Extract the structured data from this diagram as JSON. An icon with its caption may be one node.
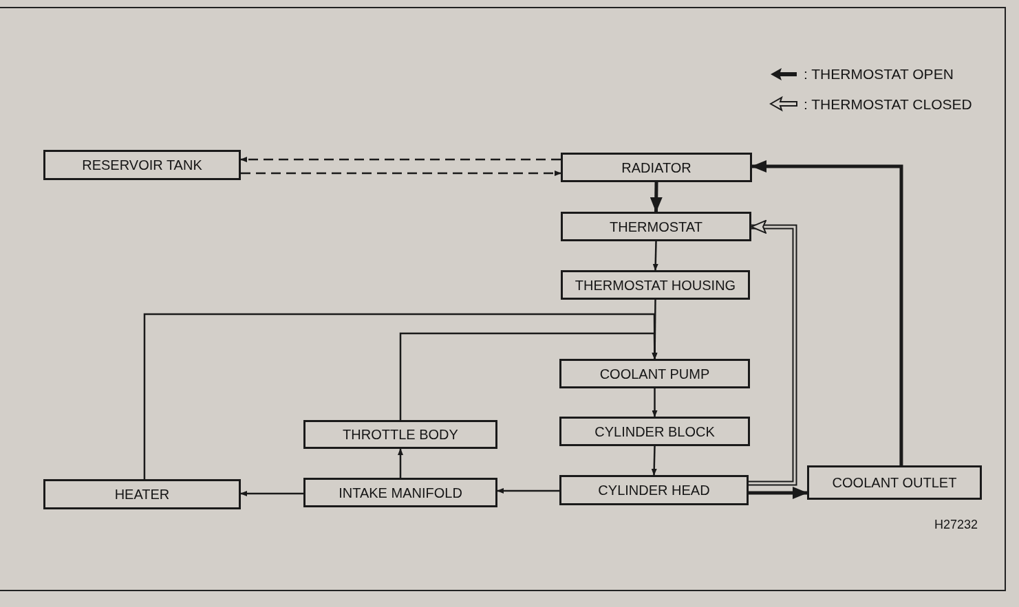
{
  "diagram": {
    "nodes": [
      {
        "text": [
          "RESERVOIR TANK"
        ]
      },
      {
        "text": [
          "RADIATOR"
        ]
      },
      {
        "text": [
          "THERMOSTAT"
        ]
      },
      {
        "text": [
          "THERMOSTAT HOUSING"
        ]
      },
      {
        "text": [
          "COOLANT PUMP"
        ]
      },
      {
        "text": [
          "CYLINDER BLOCK"
        ]
      },
      {
        "text": [
          "CYLINDER HEAD"
        ]
      },
      {
        "text": [
          "COOLANT OUTLET"
        ]
      },
      {
        "text": [
          "THROTTLE BODY"
        ]
      },
      {
        "text": [
          "INTAKE MANIFOLD"
        ]
      },
      {
        "text": [
          "HEATER"
        ]
      }
    ],
    "edges": [
      {
        "from": 1,
        "to": 0,
        "arrow": "to",
        "style": "dashed"
      },
      {
        "from": 0,
        "to": 1,
        "arrow": "to",
        "style": "dashed"
      },
      {
        "from": 1,
        "to": 2,
        "arrow": "to",
        "style": "thick"
      },
      {
        "from": 2,
        "to": 3,
        "arrow": "to"
      },
      {
        "from": 3,
        "to": 4,
        "arrow": "to"
      },
      {
        "from": 10,
        "to": 4,
        "arrow": "to"
      },
      {
        "from": 8,
        "to": 4,
        "arrow": "to"
      },
      {
        "from": 4,
        "to": 5,
        "arrow": "to"
      },
      {
        "from": 5,
        "to": 6,
        "arrow": "to"
      },
      {
        "from": 6,
        "to": 9,
        "arrow": "to"
      },
      {
        "from": 9,
        "to": 10,
        "arrow": "to"
      },
      {
        "from": 9,
        "to": 8,
        "arrow": "to"
      },
      {
        "from": 6,
        "to": 7,
        "arrow": "to",
        "style": "thick"
      },
      {
        "from": 7,
        "to": 1,
        "arrow": "to",
        "style": "thick"
      },
      {
        "from": 6,
        "to": 2,
        "arrow": "to",
        "style": "thick"
      }
    ],
    "labels": [
      "H27232"
    ],
    "legend": [
      {
        "text": ": THERMOSTAT OPEN"
      },
      {
        "text": ": THERMOSTAT CLOSED"
      }
    ]
  }
}
